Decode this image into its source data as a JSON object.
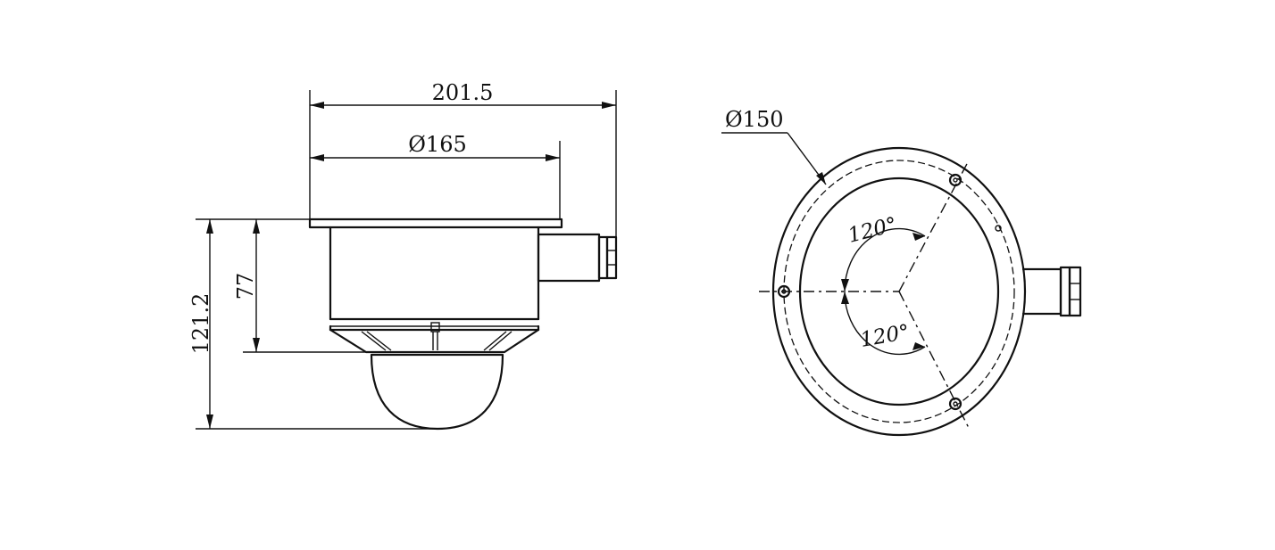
{
  "side_view": {
    "dim_overall_width": "201.5",
    "dim_flange_diameter": "Ø165",
    "dim_total_height": "121.2",
    "dim_body_height": "77"
  },
  "top_view": {
    "dim_diameter": "Ø150",
    "angle_upper": "120°",
    "angle_lower": "120°"
  }
}
